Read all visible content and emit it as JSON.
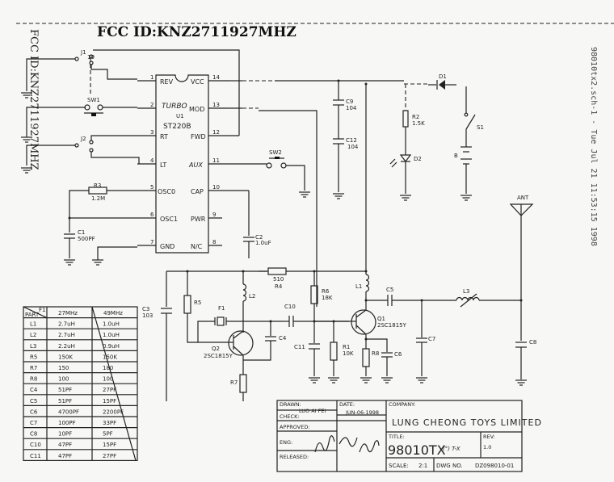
{
  "fcc_id": "FCC ID:KNZ2711927MHZ",
  "fcc_id_vertical": "FCC ID:KNZ2711927MHZ",
  "side_stamp": "98010tx2.sch-1 - Tue Jul 21 11:53:15 1998",
  "ic": {
    "label": "U1",
    "part": "ST220B",
    "brand": "TURBO",
    "pins_left": [
      {
        "num": "1",
        "name": "REV"
      },
      {
        "num": "2",
        "name": ""
      },
      {
        "num": "3",
        "name": "RT"
      },
      {
        "num": "4",
        "name": "LT"
      },
      {
        "num": "5",
        "name": "OSC0"
      },
      {
        "num": "6",
        "name": "OSC1"
      },
      {
        "num": "7",
        "name": "GND"
      }
    ],
    "pins_right": [
      {
        "num": "14",
        "name": "VCC"
      },
      {
        "num": "13",
        "name": "MOD"
      },
      {
        "num": "12",
        "name": "FWD"
      },
      {
        "num": "11",
        "name": "AUX"
      },
      {
        "num": "10",
        "name": "CAP"
      },
      {
        "num": "9",
        "name": "PWR"
      },
      {
        "num": "8",
        "name": "N/C"
      }
    ]
  },
  "components": {
    "j1": "J1",
    "j2": "J2",
    "sw1": "SW1",
    "sw2": "SW2",
    "r3": {
      "ref": "R3",
      "value": "1.2M"
    },
    "c1": {
      "ref": "C1",
      "value": "500PF"
    },
    "c2": {
      "ref": "C2",
      "value": "1.0uF"
    },
    "c9": {
      "ref": "C9",
      "value": "104"
    },
    "c12": {
      "ref": "C12",
      "value": "104"
    },
    "r2": {
      "ref": "R2",
      "value": "1.5K"
    },
    "d2": "D2",
    "d1": "D1",
    "s1": "S1",
    "b": "B",
    "ant": "ANT",
    "r4": {
      "ref": "R4",
      "value": "510"
    },
    "r5": "R5",
    "r6": {
      "ref": "R6",
      "value": "18K"
    },
    "r1": {
      "ref": "R1",
      "value": "10K"
    },
    "r7": "R7",
    "r8": "R8",
    "l1": "L1",
    "l2": "L2",
    "l3": "L3",
    "f1": "F1",
    "c3": {
      "ref": "C3",
      "value": "103"
    },
    "c4": "C4",
    "c5": "C5",
    "c6": "C6",
    "c7": "C7",
    "c8": "C8",
    "c10": "C10",
    "c11": "C11",
    "q1": {
      "ref": "Q1",
      "part": "2SC1815Y"
    },
    "q2": {
      "ref": "Q2",
      "part": "2SC1815Y"
    },
    "pin_nums": {
      "j1a": "10",
      "j1b": "9"
    }
  },
  "parts_table": {
    "header_corner_top": "F1",
    "header_corner_bottom": "PART",
    "columns": [
      "27MHz",
      "49MHz"
    ],
    "rows": [
      {
        "part": "L1",
        "v27": "2.7uH",
        "v49": "1.0uH"
      },
      {
        "part": "L2",
        "v27": "2.7uH",
        "v49": "1.0uH"
      },
      {
        "part": "L3",
        "v27": "2.2uH",
        "v49": "0.9uH"
      },
      {
        "part": "R5",
        "v27": "150K",
        "v49": "150K"
      },
      {
        "part": "R7",
        "v27": "150",
        "v49": "180"
      },
      {
        "part": "R8",
        "v27": "100",
        "v49": "100"
      },
      {
        "part": "C4",
        "v27": "51PF",
        "v49": "27PF"
      },
      {
        "part": "C5",
        "v27": "51PF",
        "v49": "15PF"
      },
      {
        "part": "C6",
        "v27": "4700PF",
        "v49": "2200PF"
      },
      {
        "part": "C7",
        "v27": "100PF",
        "v49": "33PF"
      },
      {
        "part": "C8",
        "v27": "10PF",
        "v49": "5PF"
      },
      {
        "part": "C10",
        "v27": "47PF",
        "v49": "15PF"
      },
      {
        "part": "C11",
        "v27": "47PF",
        "v49": "27PF"
      }
    ]
  },
  "title_block": {
    "drawn_label": "DRAWN:",
    "drawn_value": "LUO AI FEI",
    "date_label": "DATE:",
    "date_value": "JUN-06-1998",
    "check_label": "CHECK:",
    "approved_label": "APPROVED:",
    "eng_label": "ENG:",
    "released_label": "RELEASED:",
    "company_label": "COMPANY:",
    "company_value": "LUNG CHEONG TOYS LIMITED",
    "title_label": "TITLE:",
    "title_value": "98010TX",
    "title_handwritten": "(°) T-X",
    "rev_label": "REV:",
    "rev_value": "1.0",
    "scale_label": "SCALE:",
    "scale_value": "2:1",
    "dwg_label": "DWG NO.",
    "dwg_value": "DZ098010-01"
  }
}
